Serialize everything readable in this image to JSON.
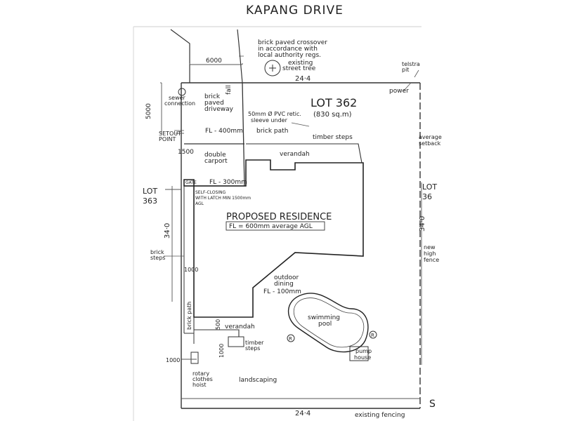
{
  "street": "KAPANG DRIVE",
  "lot_main": "LOT 362",
  "lot_area": "(830 sq.m)",
  "lot_left": [
    "LOT",
    "363"
  ],
  "lot_right": [
    "LOT",
    "36"
  ],
  "residence_title": "PROPOSED RESIDENCE",
  "residence_fl": "FL = 600mm average AGL",
  "labels": {
    "crossover": [
      "brick paved crossover",
      "in accordance with",
      "local authority regs."
    ],
    "existing_tree": [
      "existing",
      "street tree"
    ],
    "telstra": [
      "telstra",
      "pit"
    ],
    "power": "power",
    "sewer": [
      "sewer",
      "connection"
    ],
    "driveway": [
      "brick",
      "paved",
      "driveway"
    ],
    "fall": "fall",
    "pvc_sleeve": [
      "50mm Ø PVC retic.",
      "sleeve under"
    ],
    "setout_point": [
      "SETOUT",
      "POINT"
    ],
    "fl_400": "FL - 400mm",
    "brick_path_top": "brick path",
    "timber_steps_top": "timber steps",
    "average_setback": [
      "average",
      "setback"
    ],
    "carport": [
      "double",
      "carport"
    ],
    "verandah_top": "verandah",
    "fl_300": "FL - 300mm",
    "gate": [
      "GATE",
      "SELF-CLOSING",
      "WITH LATCH MIN 1500mm",
      "AGL"
    ],
    "brick_steps": [
      "brick",
      "steps"
    ],
    "new_fence": [
      "new",
      "high",
      "fence"
    ],
    "outdoor_dining": [
      "outdoor",
      "dining"
    ],
    "fl_100": "FL - 100mm",
    "pool": [
      "swimming",
      "pool"
    ],
    "brick_path_side": "brick path",
    "verandah_bottom": "verandah",
    "timber_steps_bottom": [
      "timber",
      "steps"
    ],
    "pump_house": [
      "pump",
      "house"
    ],
    "clothes_hoist": [
      "rotary",
      "clothes",
      "hoist"
    ],
    "landscaping": "landscaping",
    "existing_fencing": "existing fencing",
    "pool_marker": "R",
    "corner_s": "S"
  },
  "dims": {
    "d6000": "6000",
    "d24_top": "24·4",
    "d5000": "5000",
    "d1500": "1500",
    "d34_left": "34·0",
    "d34_right": "34·0",
    "d1000_path": "1000",
    "d500": "500",
    "d1000_steps": "1000",
    "d1000_bottom": "1000",
    "d24_bottom": "24·4"
  }
}
